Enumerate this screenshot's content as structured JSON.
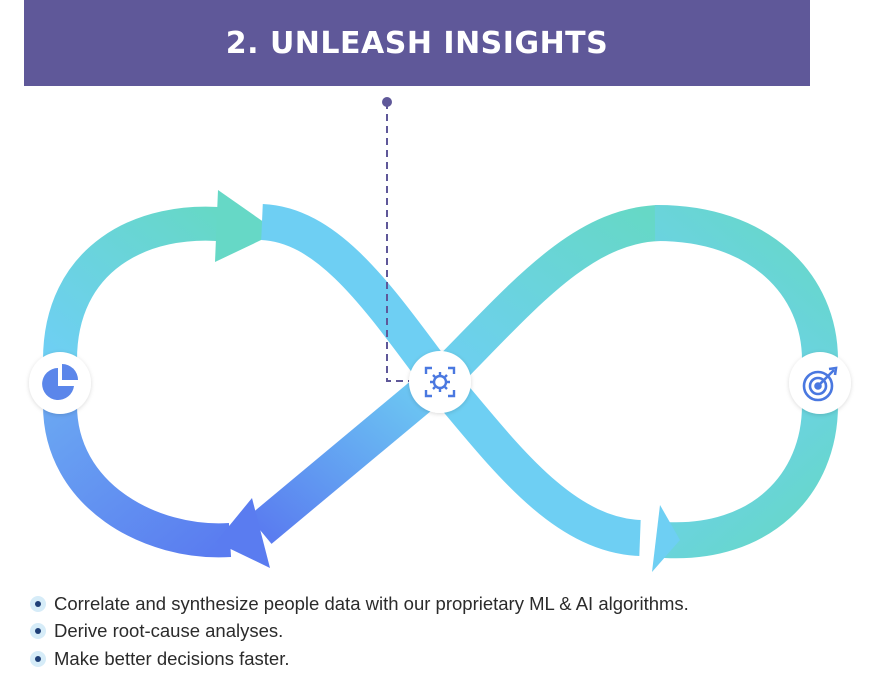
{
  "header": {
    "title": "2. UNLEASH INSIGHTS"
  },
  "diagram": {
    "nodes": [
      {
        "id": "left",
        "icon": "pie-chart-icon",
        "color": "#5b86ea"
      },
      {
        "id": "center",
        "icon": "gear-scan-icon",
        "color": "#4a78e0"
      },
      {
        "id": "right",
        "icon": "target-icon",
        "color": "#4a78e0"
      }
    ],
    "colors": {
      "banner": "#5f5899",
      "teal": "#66d8c6",
      "sky": "#6ecff3",
      "blue": "#5a7cf0",
      "connector": "#5f5899"
    }
  },
  "bullets": [
    "Correlate and synthesize people data with our proprietary ML & AI algorithms.",
    "Derive root-cause analyses.",
    "Make better decisions faster."
  ]
}
